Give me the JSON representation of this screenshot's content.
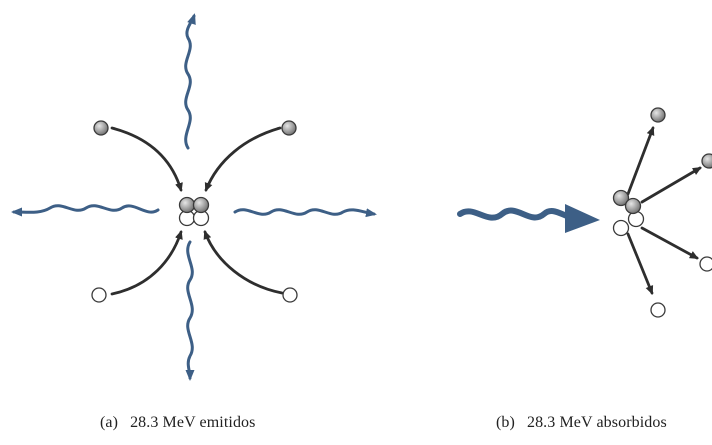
{
  "panels": [
    {
      "letter": "(a)",
      "caption": "28.3 MeV emitidos"
    },
    {
      "letter": "(b)",
      "caption": "28.3 MeV absorbidos"
    }
  ],
  "colors": {
    "photon_wave": "#3d5f86",
    "nucleon_arrow": "#2e2e2e",
    "proton_fill": "#9b9b9b",
    "neutron_fill": "#ffffff",
    "outline": "#3a3a3a",
    "caption_text": "#222222"
  },
  "icons": {
    "proton": "gray-sphere",
    "neutron": "white-sphere",
    "photon": "wavy-arrow"
  }
}
